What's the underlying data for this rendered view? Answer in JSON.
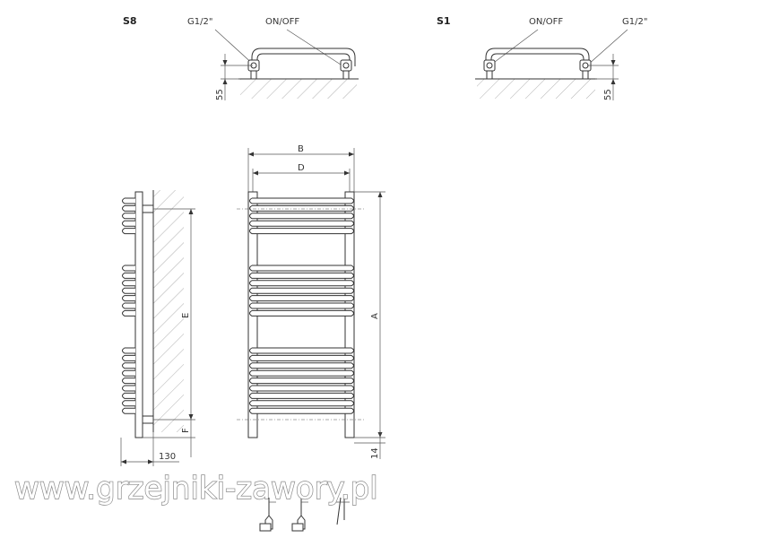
{
  "views": {
    "s8": {
      "title": "S8",
      "connection_label": "G1/2\"",
      "valve_label": "ON/OFF",
      "height_dim": "55"
    },
    "s1": {
      "title": "S1",
      "valve_label": "ON/OFF",
      "connection_label": "G1/2\"",
      "height_dim": "55"
    }
  },
  "front_view": {
    "width_label": "B",
    "spacing_label": "D",
    "height_label": "A",
    "bottom_dim": "14"
  },
  "side_view": {
    "pipe_spacing_label": "E",
    "bottom_offset_label": "F",
    "depth_dim": "130"
  },
  "watermark": "www.grzejniki-zawory.pl"
}
